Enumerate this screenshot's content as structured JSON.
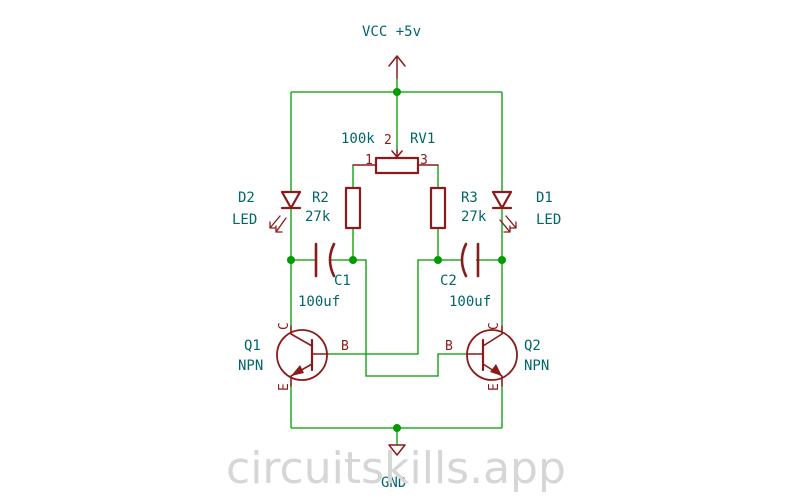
{
  "power": {
    "vcc_label": "VCC +5v",
    "gnd_label": "GND"
  },
  "potentiometer": {
    "ref": "RV1",
    "value": "100k",
    "pin1": "1",
    "pin2": "2",
    "pin3": "3"
  },
  "r2": {
    "ref": "R2",
    "value": "27k"
  },
  "r3": {
    "ref": "R3",
    "value": "27k"
  },
  "c1": {
    "ref": "C1",
    "value": "100uf"
  },
  "c2": {
    "ref": "C2",
    "value": "100uf"
  },
  "d1": {
    "ref": "D1",
    "type": "LED"
  },
  "d2": {
    "ref": "D2",
    "type": "LED"
  },
  "q1": {
    "ref": "Q1",
    "type": "NPN",
    "pin_b": "B",
    "pin_c": "C",
    "pin_e": "E"
  },
  "q2": {
    "ref": "Q2",
    "type": "NPN",
    "pin_b": "B",
    "pin_c": "C",
    "pin_e": "E"
  },
  "watermark": "circuitskills.app",
  "colors": {
    "wire": "#009b00",
    "component": "#8b1a1a",
    "label": "#00666b",
    "watermark": "#d6d6d6"
  }
}
